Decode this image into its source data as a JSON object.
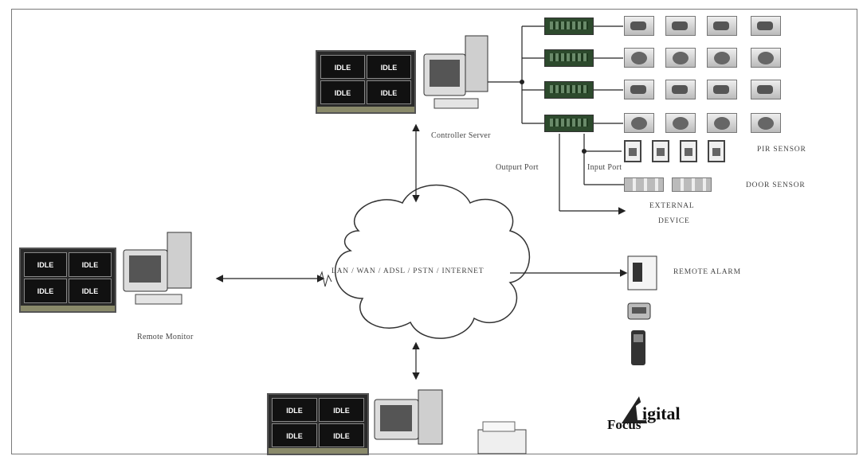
{
  "labels": {
    "controller_server": "Controller Server",
    "output_port": "Outpurt Port",
    "input_port": "Input Port",
    "pir_sensor": "PIR SENSOR",
    "door_sensor": "DOOR SENSOR",
    "external_device_line1": "EXTERNAL",
    "external_device_line2": "DEVICE",
    "network": "LAN / WAN / ADSL / PSTN / INTERNET",
    "remote_monitor": "Remote Monitor",
    "remote_alarm": "REMOTE ALARM"
  },
  "monitor_tile_text": "IDLE",
  "logo": {
    "text_big": "igital",
    "text_small": "Focus",
    "letter": "D"
  }
}
